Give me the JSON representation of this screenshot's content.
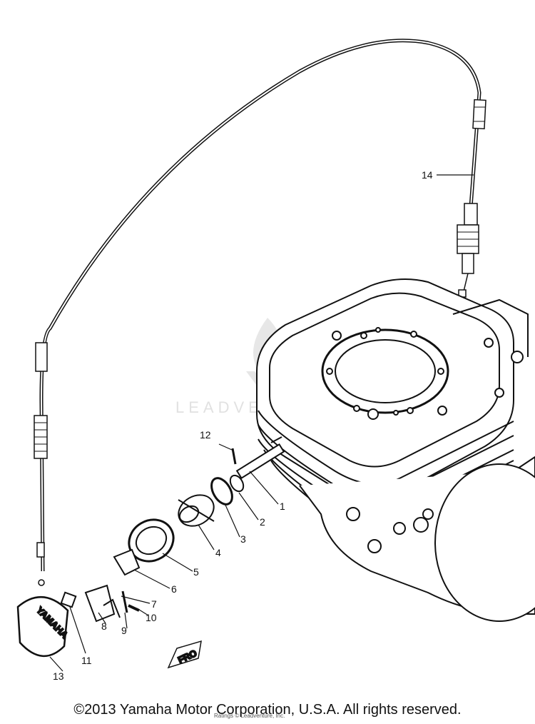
{
  "diagram": {
    "callouts": [
      {
        "id": "1",
        "label": "1"
      },
      {
        "id": "2",
        "label": "2"
      },
      {
        "id": "3",
        "label": "3"
      },
      {
        "id": "4",
        "label": "4"
      },
      {
        "id": "5",
        "label": "5"
      },
      {
        "id": "6",
        "label": "6"
      },
      {
        "id": "7",
        "label": "7"
      },
      {
        "id": "8",
        "label": "8"
      },
      {
        "id": "9",
        "label": "9"
      },
      {
        "id": "10",
        "label": "10"
      },
      {
        "id": "11",
        "label": "11"
      },
      {
        "id": "12",
        "label": "12"
      },
      {
        "id": "13",
        "label": "13"
      },
      {
        "id": "14",
        "label": "14"
      }
    ],
    "cover_brand": "YAMAHA",
    "front_arrow_label": "FRO",
    "watermark_text": "LEADVENTURE"
  },
  "footer": {
    "copyright": "©2013 Yamaha Motor Corporation, U.S.A. All rights reserved.",
    "sub_credit": "Ratings © Leadventure, Inc."
  }
}
